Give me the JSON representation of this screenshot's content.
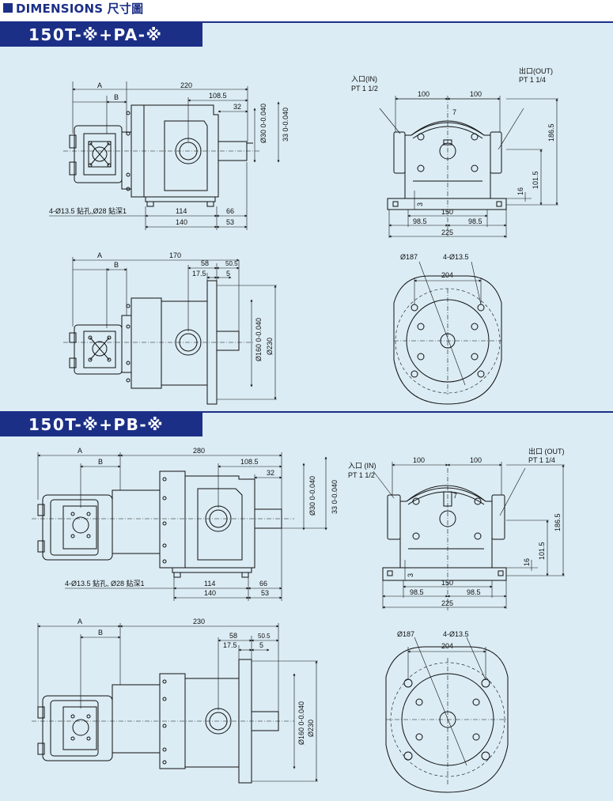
{
  "page": {
    "title": "DIMENSIONS 尺寸圖",
    "accent_color": "#1c2f86",
    "panel_color": "#dbecf4"
  },
  "section_a": {
    "label": "150T-※+PA-※",
    "top_view": {
      "A": "A",
      "B": "B",
      "total": "220",
      "half": "108.5",
      "shaft": "32",
      "dia_shaft": "Ø30 0-0.040",
      "key": "33 0-0.040",
      "holes": "4-Ø13.5 鉆孔,Ø28 鉆深1",
      "b114": "114",
      "b66": "66",
      "b140": "140",
      "b53": "53"
    },
    "end_view": {
      "inlet": "入口(IN)",
      "inlet_pt": "PT 1 1/2",
      "outlet": "出口(OUT)",
      "outlet_pt": "PT 1 1/4",
      "w100a": "100",
      "w100b": "100",
      "key7": "7",
      "h186": "186.5",
      "h101": "101.5",
      "h16": "16",
      "h3": "3",
      "w150": "150",
      "w98a": "98.5",
      "w98b": "98.5",
      "w225": "225"
    },
    "flange_side": {
      "A": "A",
      "B": "B",
      "total": "170",
      "d58": "58",
      "d50": "50.5",
      "d17": "17.5",
      "d5": "5",
      "dia160": "Ø160 0-0.040",
      "dia230": "Ø230"
    },
    "flange_face": {
      "pcd": "Ø187",
      "holes": "4-Ø13.5",
      "w204": "204"
    }
  },
  "section_b": {
    "label": "150T-※+PB-※",
    "top_view": {
      "A": "A",
      "B": "B",
      "total": "280",
      "half": "108.5",
      "shaft": "32",
      "dia_shaft": "Ø30 0-0.040",
      "key": "33 0-0.040",
      "holes": "4-Ø13.5 鉆孔, Ø28 鉆深1",
      "b114": "114",
      "b66": "66",
      "b140": "140",
      "b53": "53"
    },
    "end_view": {
      "inlet": "入口 (IN)",
      "inlet_pt": "PT 1 1/2",
      "outlet": "出口 (OUT)",
      "outlet_pt": "PT 1 1/4",
      "w100a": "100",
      "w100b": "100",
      "key7": "7",
      "h186": "186.5",
      "h101": "101.5",
      "h16": "16",
      "h3": "3",
      "w150": "150",
      "w98a": "98.5",
      "w98b": "98.5",
      "w225": "225"
    },
    "flange_side": {
      "A": "A",
      "B": "B",
      "total": "230",
      "d58": "58",
      "d50": "50.5",
      "d17": "17.5",
      "d5": "5",
      "dia160": "Ø160 0-0.040",
      "dia230": "Ø230"
    },
    "flange_face": {
      "pcd": "Ø187",
      "holes": "4-Ø13.5",
      "w204": "204"
    }
  }
}
